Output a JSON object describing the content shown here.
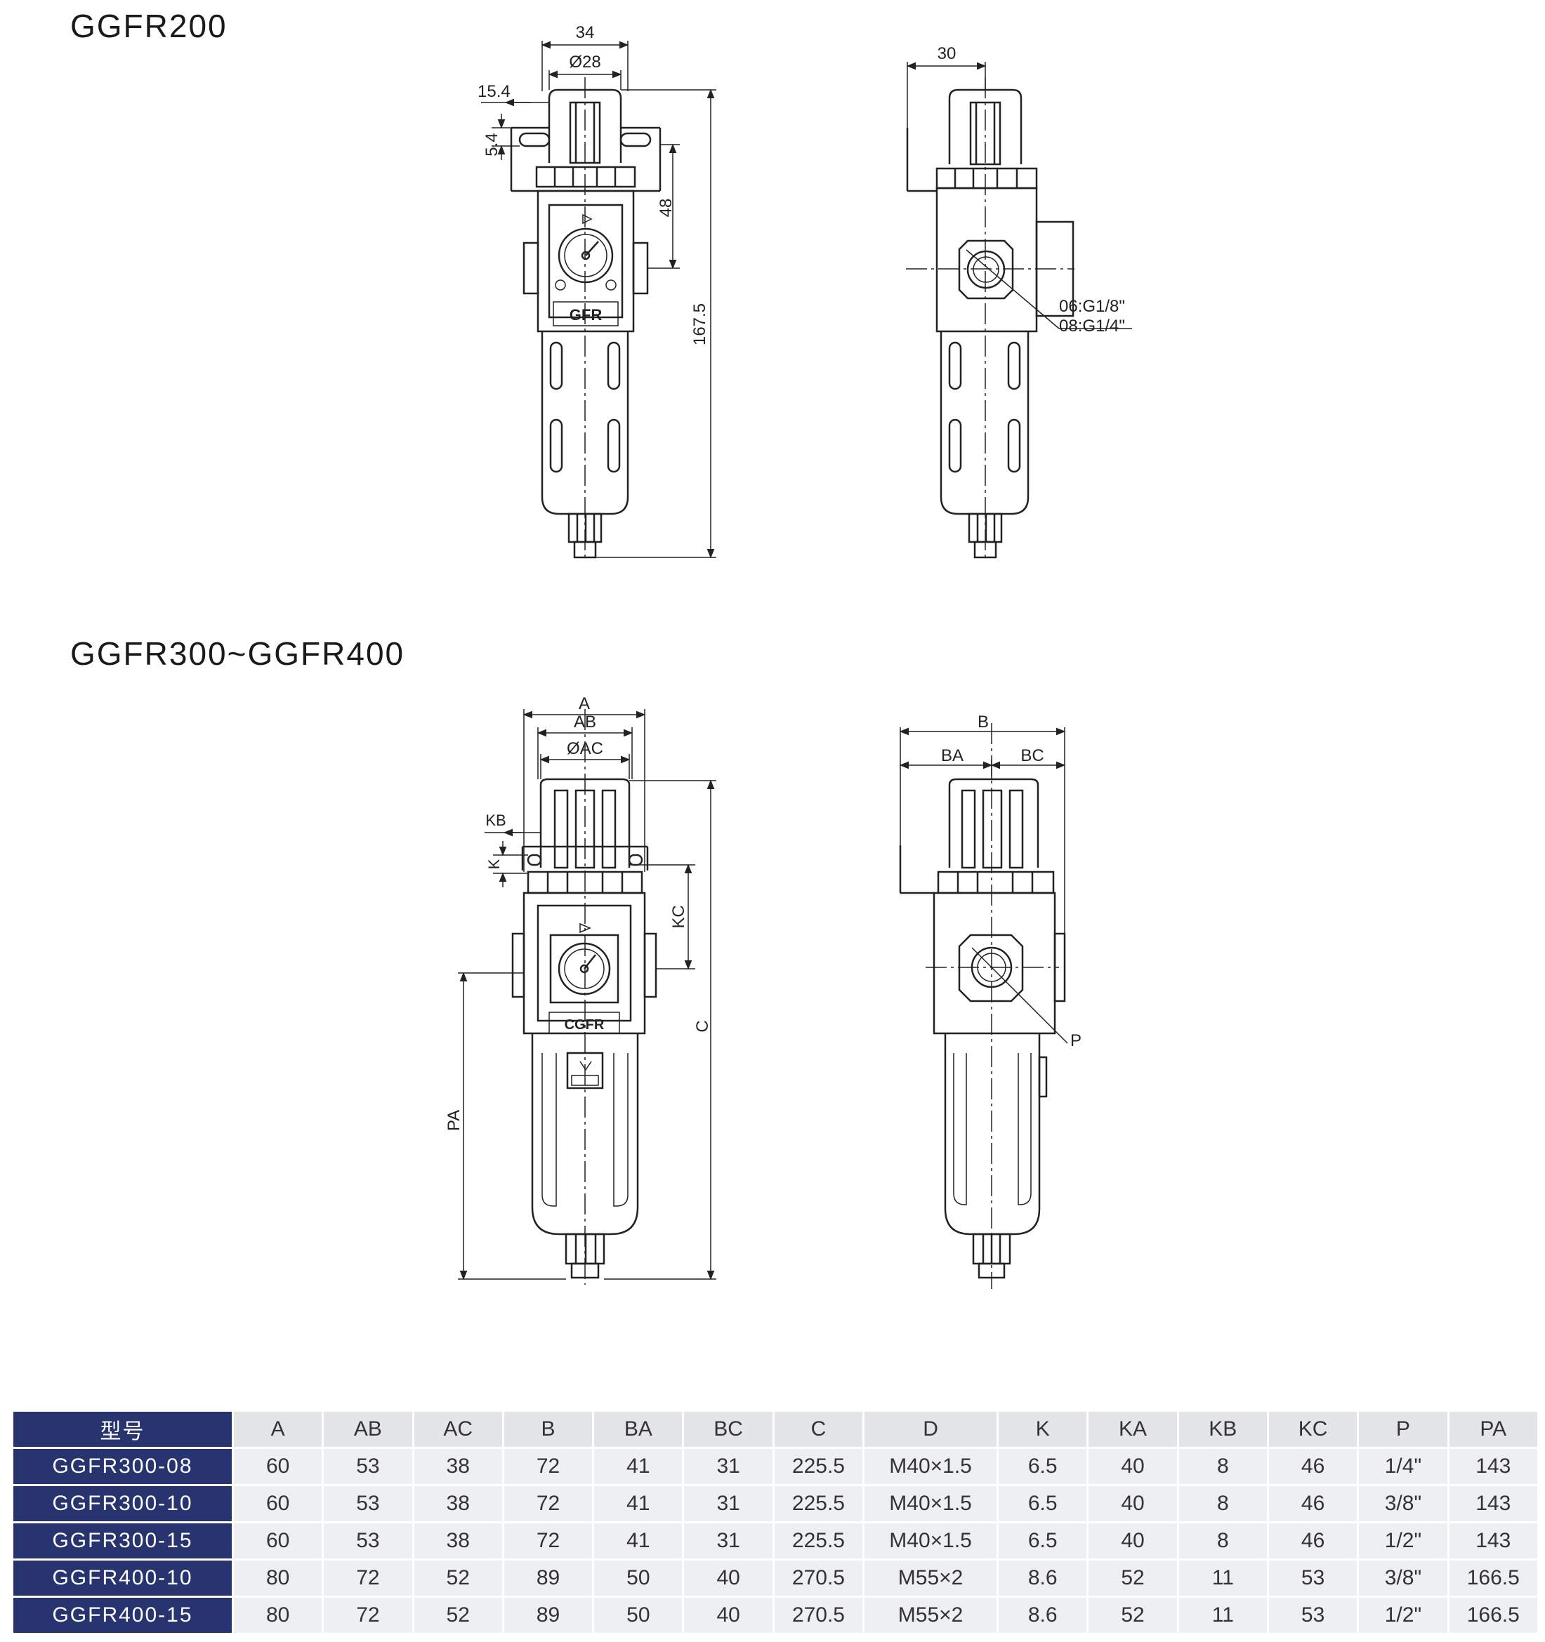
{
  "sections": {
    "top_title": "GGFR200",
    "bottom_title": "GGFR300~GGFR400"
  },
  "dims_top": {
    "w34": "34",
    "dia28": "Ø28",
    "d15_4": "15.4",
    "d5_4": "5.4",
    "d48": "48",
    "d167_5": "167.5",
    "d30": "30",
    "thread1": "06:G1/8\"",
    "thread2": "08:G1/4\"",
    "label": "GFR"
  },
  "dims_bottom": {
    "A": "A",
    "AB": "AB",
    "AC": "ØAC",
    "KB": "KB",
    "K": "K",
    "KC": "KC",
    "C": "C",
    "PA": "PA",
    "B": "B",
    "BA": "BA",
    "BC": "BC",
    "P": "P",
    "label": "CGFR"
  },
  "table": {
    "headers": [
      "型号",
      "A",
      "AB",
      "AC",
      "B",
      "BA",
      "BC",
      "C",
      "D",
      "K",
      "KA",
      "KB",
      "KC",
      "P",
      "PA"
    ],
    "rows": [
      [
        "GGFR300-08",
        "60",
        "53",
        "38",
        "72",
        "41",
        "31",
        "225.5",
        "M40×1.5",
        "6.5",
        "40",
        "8",
        "46",
        "1/4\"",
        "143"
      ],
      [
        "GGFR300-10",
        "60",
        "53",
        "38",
        "72",
        "41",
        "31",
        "225.5",
        "M40×1.5",
        "6.5",
        "40",
        "8",
        "46",
        "3/8\"",
        "143"
      ],
      [
        "GGFR300-15",
        "60",
        "53",
        "38",
        "72",
        "41",
        "31",
        "225.5",
        "M40×1.5",
        "6.5",
        "40",
        "8",
        "46",
        "1/2\"",
        "143"
      ],
      [
        "GGFR400-10",
        "80",
        "72",
        "52",
        "89",
        "50",
        "40",
        "270.5",
        "M55×2",
        "8.6",
        "52",
        "11",
        "53",
        "3/8\"",
        "166.5"
      ],
      [
        "GGFR400-15",
        "80",
        "72",
        "52",
        "89",
        "50",
        "40",
        "270.5",
        "M55×2",
        "8.6",
        "52",
        "11",
        "53",
        "1/2\"",
        "166.5"
      ]
    ]
  },
  "colors": {
    "header_navy": "#27346f",
    "cell_gray": "#eeeff2",
    "line": "#222222"
  }
}
